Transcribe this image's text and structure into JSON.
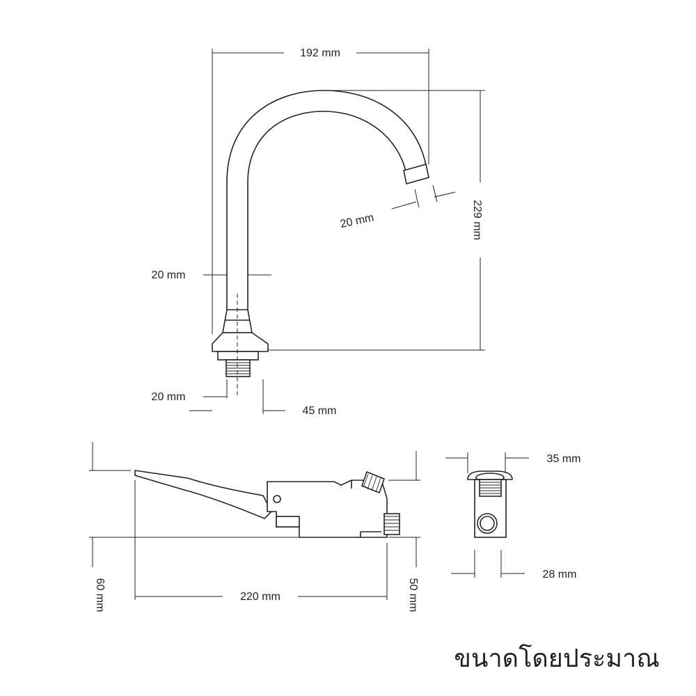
{
  "faucet": {
    "width_label": "192 mm",
    "height_label": "229 mm",
    "spout_tip_label": "20 mm",
    "pipe_diameter_label": "20 mm",
    "base_thread_label": "20 mm",
    "base_width_label": "45 mm"
  },
  "pedal": {
    "length_label": "220 mm",
    "left_height_label": "60 mm",
    "right_height_label": "50 mm"
  },
  "end_view": {
    "top_width_label": "35 mm",
    "bottom_width_label": "28 mm"
  },
  "caption": "ขนาดโดยประมาณ"
}
